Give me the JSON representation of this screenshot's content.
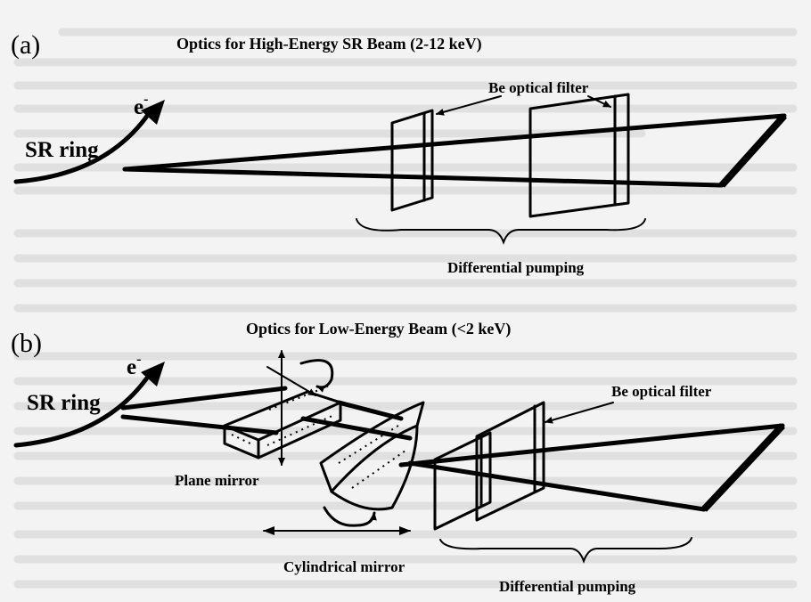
{
  "panel_a": {
    "tag": "(a)",
    "title": "Optics for High-Energy SR Beam (2-12 keV)",
    "sr_ring": "SR ring",
    "electron": "e",
    "electron_sup": "-",
    "filter_label": "Be optical filter",
    "pumping_label": "Differential pumping"
  },
  "panel_b": {
    "tag": "(b)",
    "title": "Optics for Low-Energy Beam (<2 keV)",
    "sr_ring": "SR ring",
    "electron": "e",
    "electron_sup": "-",
    "filter_label": "Be optical filter",
    "plane_mirror_label": "Plane mirror",
    "cylindrical_mirror_label": "Cylindrical mirror",
    "pumping_label": "Differential pumping"
  }
}
